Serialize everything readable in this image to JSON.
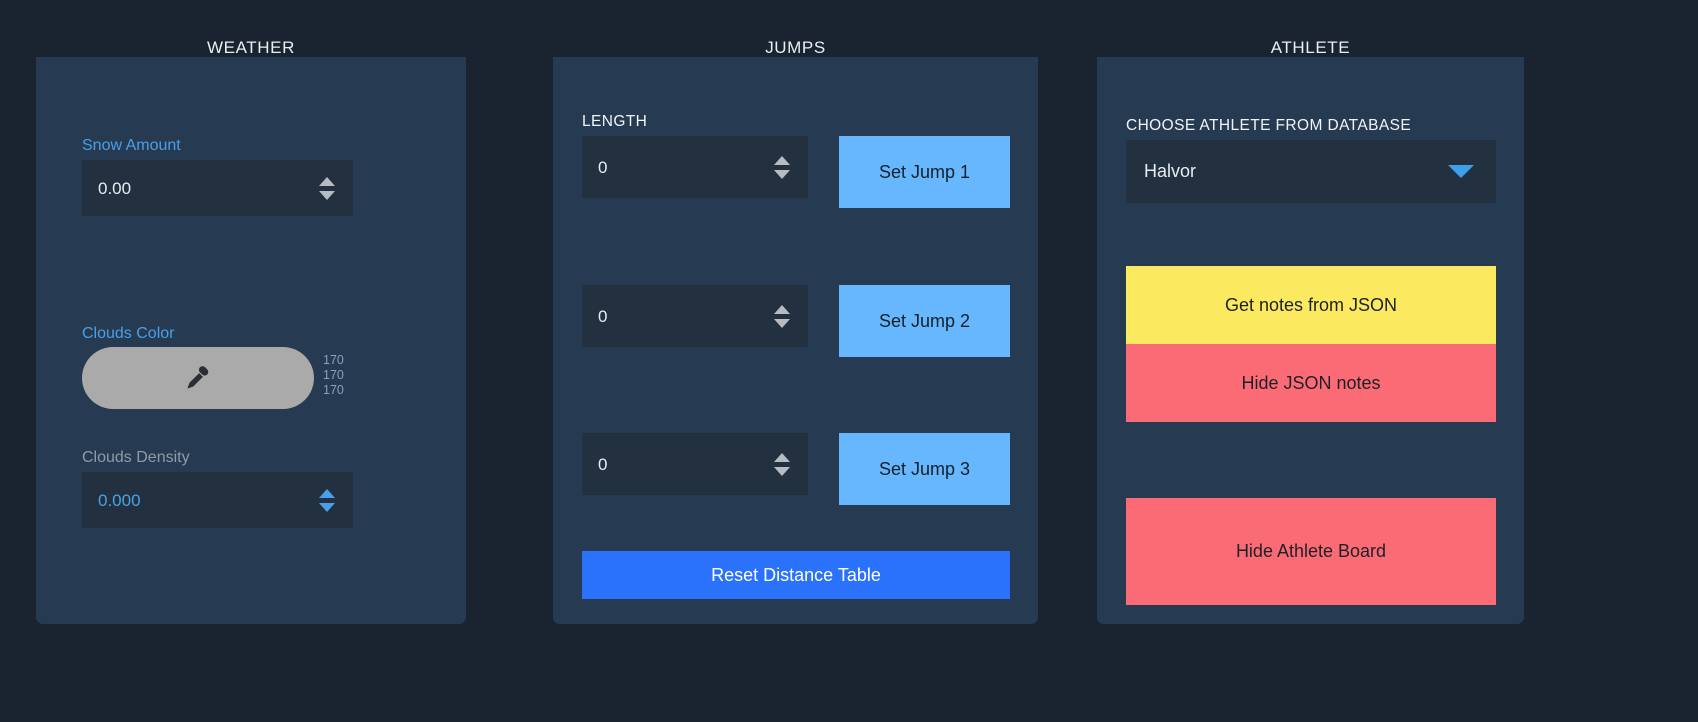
{
  "columns": {
    "weather": {
      "title": "WEATHER"
    },
    "jumps": {
      "title": "JUMPS"
    },
    "athlete": {
      "title": "ATHLETE"
    }
  },
  "weather": {
    "snow_amount": {
      "label": "Snow Amount",
      "value": "0.00"
    },
    "clouds_color": {
      "label": "Clouds Color",
      "swatch_hex": "#aaaaaa",
      "rgb": {
        "r": "170",
        "g": "170",
        "b": "170"
      },
      "icon": "eyedropper-icon"
    },
    "clouds_density": {
      "label": "Clouds Density",
      "value": "0.000"
    }
  },
  "jumps": {
    "length_label": "LENGTH",
    "rows": [
      {
        "value": "0",
        "button": "Set Jump 1"
      },
      {
        "value": "0",
        "button": "Set Jump 2"
      },
      {
        "value": "0",
        "button": "Set Jump 3"
      }
    ],
    "reset_button": "Reset Distance Table"
  },
  "athlete": {
    "select_label": "CHOOSE ATHLETE FROM DATABASE",
    "selected_athlete": "Halvor",
    "get_notes_button": "Get notes from JSON",
    "hide_notes_button": "Hide JSON notes",
    "hide_board_button": "Hide Athlete Board"
  },
  "colors": {
    "page_bg": "#1a2430",
    "panel_bg": "#263b52",
    "input_bg": "#22303f",
    "accent_light_blue": "#66b7fd",
    "accent_blue": "#2a72fb",
    "accent_yellow": "#fbe95f",
    "accent_red": "#fb6b76",
    "label_blue": "#4a9fe8"
  }
}
